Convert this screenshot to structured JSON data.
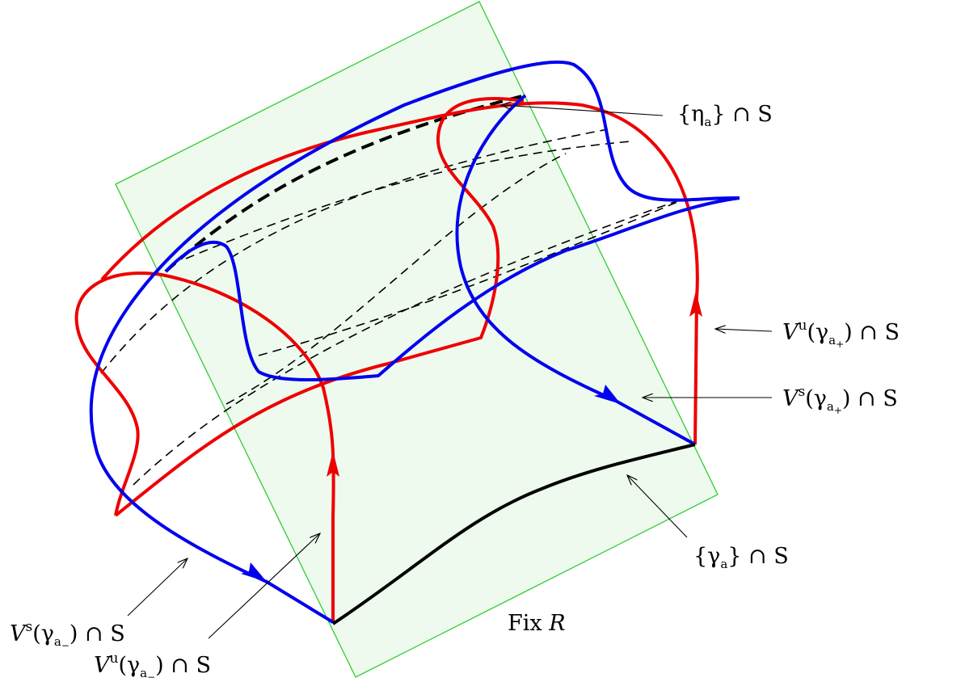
{
  "colors": {
    "plane_fill": "#eefaee",
    "plane_stroke": "#33cc33",
    "stable_manifold": "#0000ee",
    "unstable_manifold": "#ee0000",
    "curve": "#000000"
  },
  "labels": {
    "eta": {
      "main": "{η",
      "sub": "a",
      "tail": "} ∩ S"
    },
    "vu_plus": {
      "V": "V",
      "sup": "u",
      "open": "(γ",
      "sub": "a",
      "subsub": "+",
      "tail": ") ∩ S"
    },
    "vs_plus": {
      "V": "V",
      "sup": "s",
      "open": "(γ",
      "sub": "a",
      "subsub": "+",
      "tail": ") ∩ S"
    },
    "gamma": {
      "main": "{γ",
      "sub": "a",
      "tail": "} ∩ S"
    },
    "fix": {
      "text": "Fix",
      "var": "R"
    },
    "vs_minus": {
      "V": "V",
      "sup": "s",
      "open": "(γ",
      "sub": "a",
      "subsub": "−",
      "tail": ") ∩ S"
    },
    "vu_minus": {
      "V": "V",
      "sup": "u",
      "open": "(γ",
      "sub": "a",
      "subsub": "−",
      "tail": ") ∩ S"
    }
  }
}
